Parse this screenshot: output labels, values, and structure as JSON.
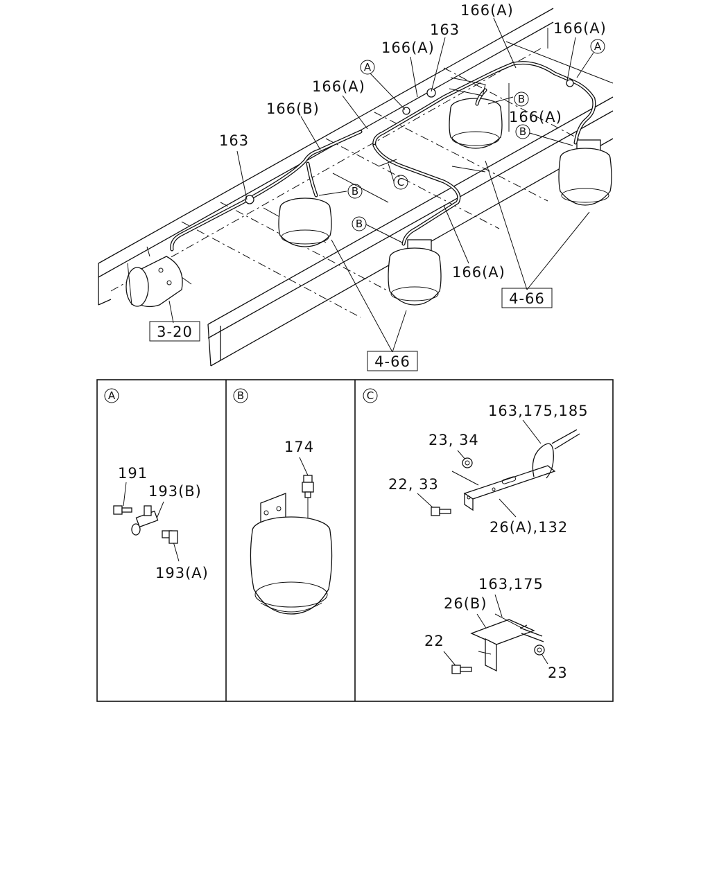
{
  "main_view": {
    "callouts": {
      "c_166a_top": "166(A)",
      "c_163_top": "163",
      "c_166a_right": "166(A)",
      "c_166a_mid": "166(A)",
      "c_166a_left": "166(A)",
      "c_166b": "166(B)",
      "c_163_left": "163",
      "c_166a_center": "166(A)",
      "c_166a_lower": "166(A)"
    },
    "refs": {
      "ref_3_20": "3-20",
      "ref_4_66_right": "4-66",
      "ref_4_66_bottom": "4-66"
    },
    "markers": {
      "a": "A",
      "b": "B",
      "c": "C"
    }
  },
  "detail_panels": {
    "panel_a": {
      "marker": "A",
      "labels": {
        "p191": "191",
        "p193b": "193(B)",
        "p193a": "193(A)"
      }
    },
    "panel_b": {
      "marker": "B",
      "labels": {
        "p174": "174"
      }
    },
    "panel_c": {
      "marker": "C",
      "labels": {
        "p163_175_185": "163,175,185",
        "p23_34": "23, 34",
        "p22_33": "22, 33",
        "p26a_132": "26(A),132",
        "p163_175": "163,175",
        "p26b": "26(B)",
        "p22": "22",
        "p23": "23"
      }
    }
  }
}
